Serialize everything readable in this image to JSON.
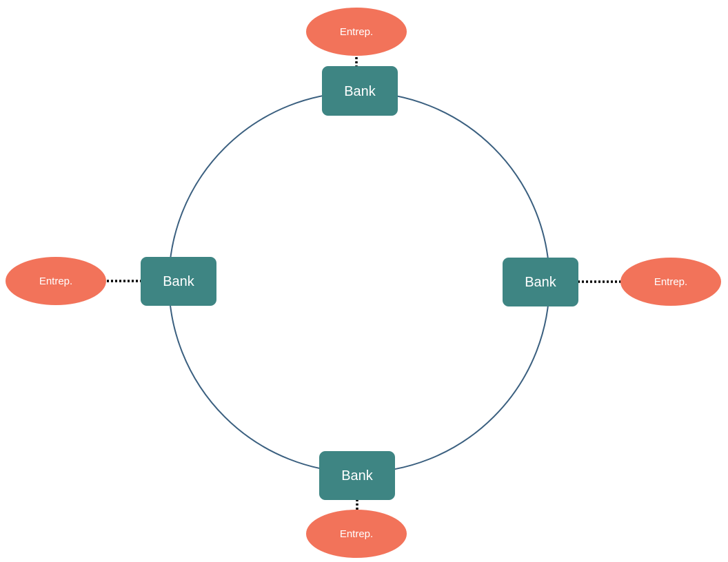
{
  "colors": {
    "ring": "#3a5f7f",
    "bank_fill": "#3e8583",
    "entrep_fill": "#f2735a",
    "connector": "#000000",
    "label_text": "#ffffff"
  },
  "banks": [
    {
      "position": "top",
      "label": "Bank"
    },
    {
      "position": "left",
      "label": "Bank"
    },
    {
      "position": "right",
      "label": "Bank"
    },
    {
      "position": "bottom",
      "label": "Bank"
    }
  ],
  "entrepreneurs": [
    {
      "position": "top",
      "label": "Entrep."
    },
    {
      "position": "left",
      "label": "Entrep."
    },
    {
      "position": "right",
      "label": "Entrep."
    },
    {
      "position": "bottom",
      "label": "Entrep."
    }
  ]
}
